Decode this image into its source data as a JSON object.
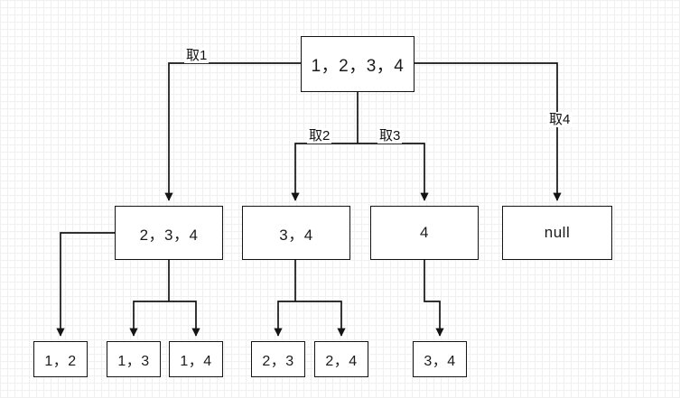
{
  "diagram": {
    "title": "subset-enumeration-recursion-tree",
    "colors": {
      "stroke": "#141414",
      "text": "#1b1b1b",
      "background": "#ffffff",
      "grid_minor": "#f0f0f0",
      "grid_major": "#d9d9d9"
    },
    "root": {
      "label": "1，2，3，4"
    },
    "level2": [
      {
        "id": "n234",
        "label": "2，3，4"
      },
      {
        "id": "n34",
        "label": "3，4"
      },
      {
        "id": "n4",
        "label": "4"
      },
      {
        "id": "nnull",
        "label": "null"
      }
    ],
    "level3": [
      {
        "id": "l12",
        "label": "1，2"
      },
      {
        "id": "l13",
        "label": "1，3"
      },
      {
        "id": "l14",
        "label": "1，4"
      },
      {
        "id": "l23",
        "label": "2，3"
      },
      {
        "id": "l24",
        "label": "2，4"
      },
      {
        "id": "l34",
        "label": "3，4"
      }
    ],
    "edge_labels": [
      {
        "id": "take1",
        "label": "取1"
      },
      {
        "id": "take2",
        "label": "取2"
      },
      {
        "id": "take3",
        "label": "取3"
      },
      {
        "id": "take4",
        "label": "取4"
      }
    ]
  }
}
